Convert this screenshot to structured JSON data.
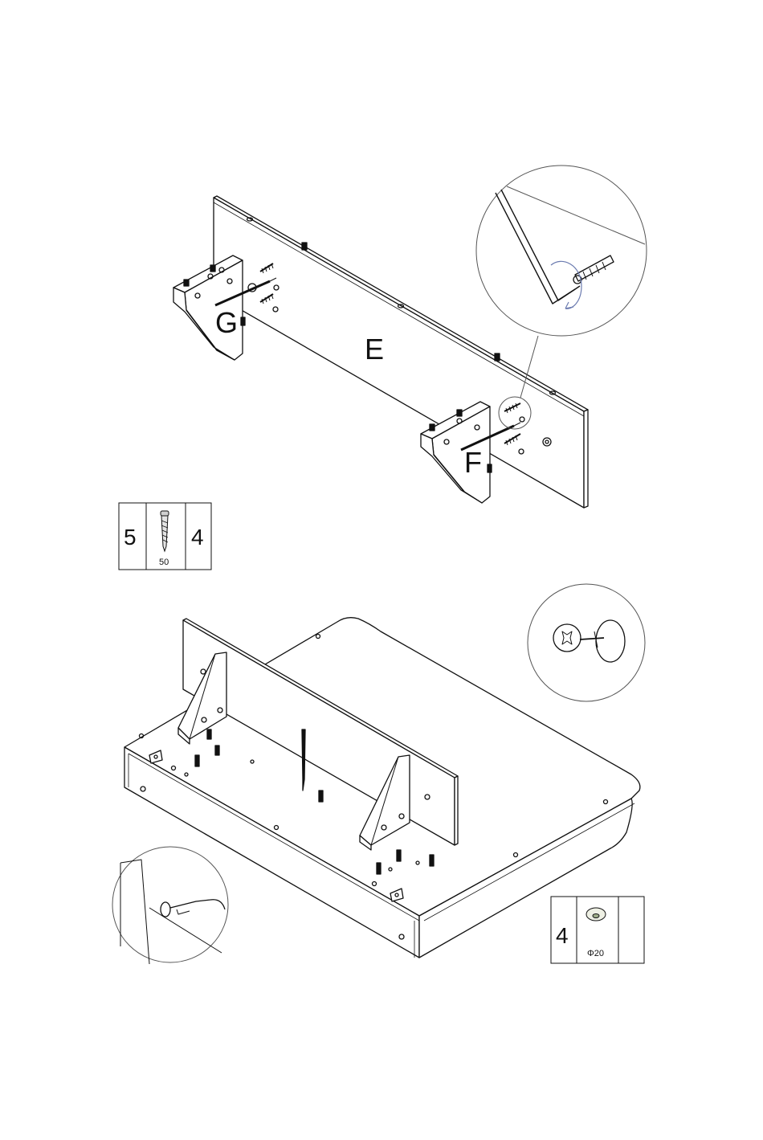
{
  "panel_labels": {
    "e": "E",
    "f": "F",
    "g": "G"
  },
  "hardware_box_1": {
    "left_count": "5",
    "part_size": "50",
    "right_count": "4",
    "part_icon": "screw-icon"
  },
  "hardware_box_2": {
    "count": "4",
    "part_size": "Φ20",
    "part_icon": "cover-cap-icon"
  },
  "colors": {
    "line": "#111111",
    "zoom_circle": "#555555",
    "arrow": "#6b7bb0"
  }
}
